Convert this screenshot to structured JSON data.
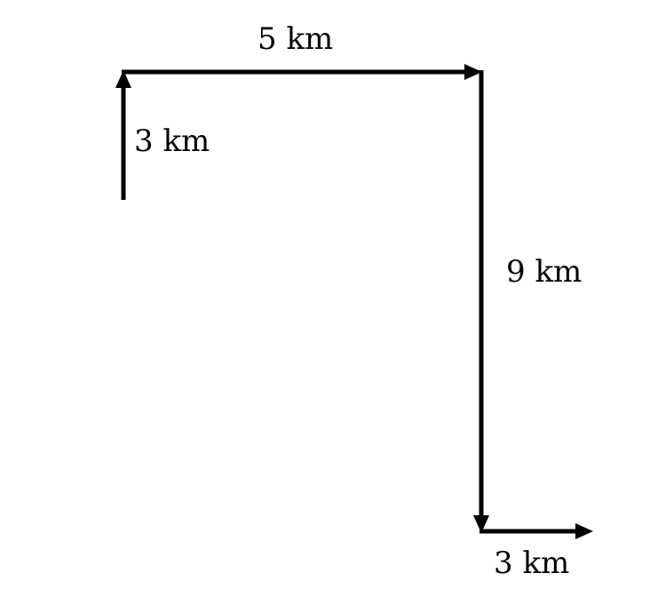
{
  "diagram": {
    "segments": [
      {
        "direction": "north",
        "label": "3 km"
      },
      {
        "direction": "east",
        "label": "5 km"
      },
      {
        "direction": "south",
        "label": "9 km"
      },
      {
        "direction": "east",
        "label": "3 km"
      }
    ],
    "colors": {
      "stroke": "#000000",
      "background": "#ffffff"
    }
  }
}
